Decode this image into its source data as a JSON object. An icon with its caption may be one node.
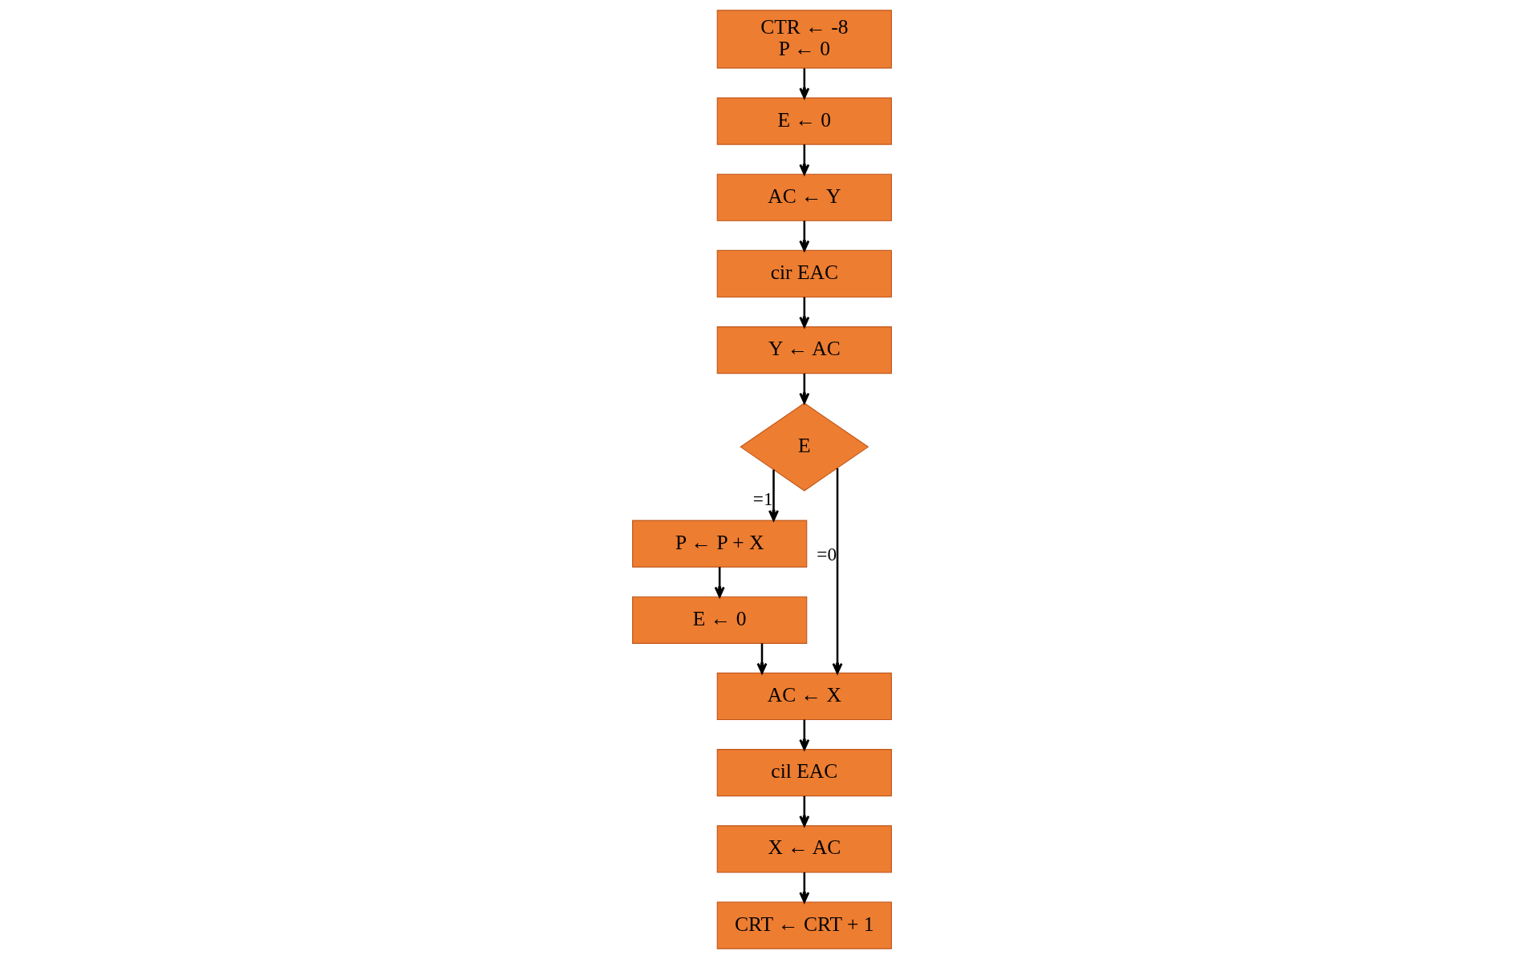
{
  "diagram": {
    "nodes": [
      {
        "text": [
          "CTR ← -8",
          "P ← 0"
        ]
      },
      {
        "text": [
          "E ← 0"
        ]
      },
      {
        "text": [
          "AC ← Y"
        ]
      },
      {
        "text": [
          "cir EAC"
        ]
      },
      {
        "text": [
          "Y ← AC"
        ]
      },
      {
        "text": [
          "E"
        ]
      },
      {
        "text": [
          "P ← P + X"
        ]
      },
      {
        "text": [
          "E ← 0"
        ]
      },
      {
        "text": [
          "AC ← X"
        ]
      },
      {
        "text": [
          "cil EAC"
        ]
      },
      {
        "text": [
          "X ← AC"
        ]
      },
      {
        "text": [
          "CRT ← CRT + 1"
        ]
      }
    ],
    "edges": [
      {
        "from": 0,
        "to": 1,
        "arrow": "to"
      },
      {
        "from": 1,
        "to": 2,
        "arrow": "to"
      },
      {
        "from": 2,
        "to": 3,
        "arrow": "to"
      },
      {
        "from": 3,
        "to": 4,
        "arrow": "to"
      },
      {
        "from": 4,
        "to": 5,
        "arrow": "to"
      },
      {
        "from": 5,
        "to": 6,
        "arrow": "to",
        "label": "=1"
      },
      {
        "from": 5,
        "to": 8,
        "arrow": "to",
        "label": "=0"
      },
      {
        "from": 6,
        "to": 7,
        "arrow": "to"
      },
      {
        "from": 7,
        "to": 8,
        "arrow": "to"
      },
      {
        "from": 8,
        "to": 9,
        "arrow": "to"
      },
      {
        "from": 9,
        "to": 10,
        "arrow": "to"
      },
      {
        "from": 10,
        "to": 11,
        "arrow": "to"
      }
    ]
  }
}
